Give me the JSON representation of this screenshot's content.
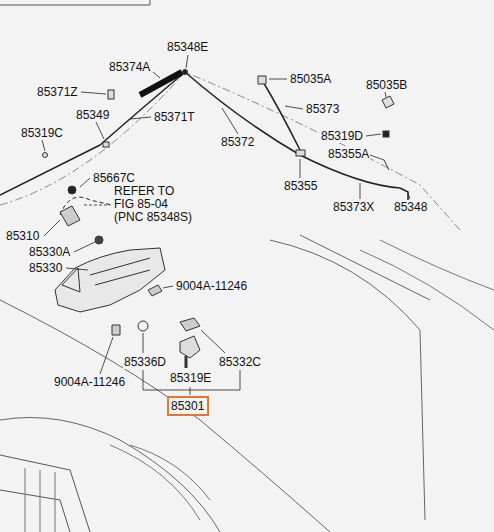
{
  "diagram": {
    "nodes": [
      {
        "text": [
          "85301"
        ]
      }
    ],
    "labels": [
      "85348E",
      "85374A",
      "85371Z",
      "85371T",
      "85349",
      "85319C",
      "85372",
      "85035A",
      "85035B",
      "85373",
      "85319D",
      "85355A",
      "85355",
      "85373X",
      "85348",
      "85667C",
      "REFER TO FIG 85-04 (PNC 85348S)",
      "85310",
      "85330A",
      "85330",
      "9004A-11246",
      "85336D",
      "85332C",
      "85319E",
      "9004A-11246"
    ]
  }
}
